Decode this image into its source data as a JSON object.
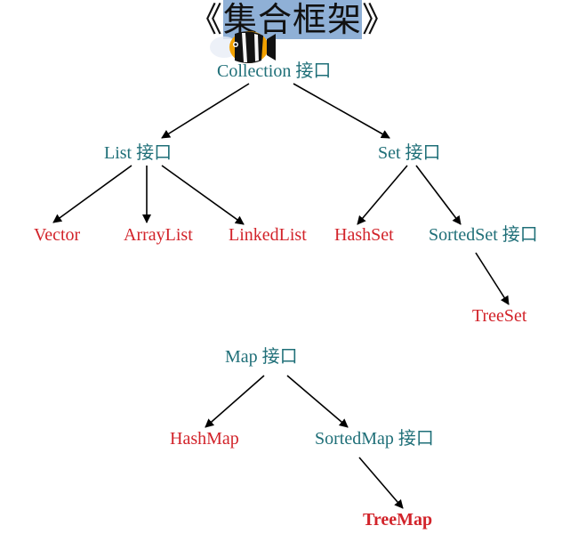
{
  "title": {
    "open_bracket": "《",
    "text": "集合框架",
    "close_bracket": "》"
  },
  "nodes": {
    "collection": "Collection 接口",
    "list": "List 接口",
    "set": "Set 接口",
    "vector": "Vector",
    "arraylist": "ArrayList",
    "linkedlist": "LinkedList",
    "hashset": "HashSet",
    "sortedset": "SortedSet 接口",
    "treeset": "TreeSet",
    "map": "Map 接口",
    "hashmap": "HashMap",
    "sortedmap": "SortedMap 接口",
    "treemap": "TreeMap"
  },
  "colors": {
    "interface": "#1f6f78",
    "implementation": "#d2232a",
    "arrow": "#000000",
    "title_highlight": "#8fb0d6"
  },
  "icons": {
    "logo": "clownfish-icon"
  }
}
